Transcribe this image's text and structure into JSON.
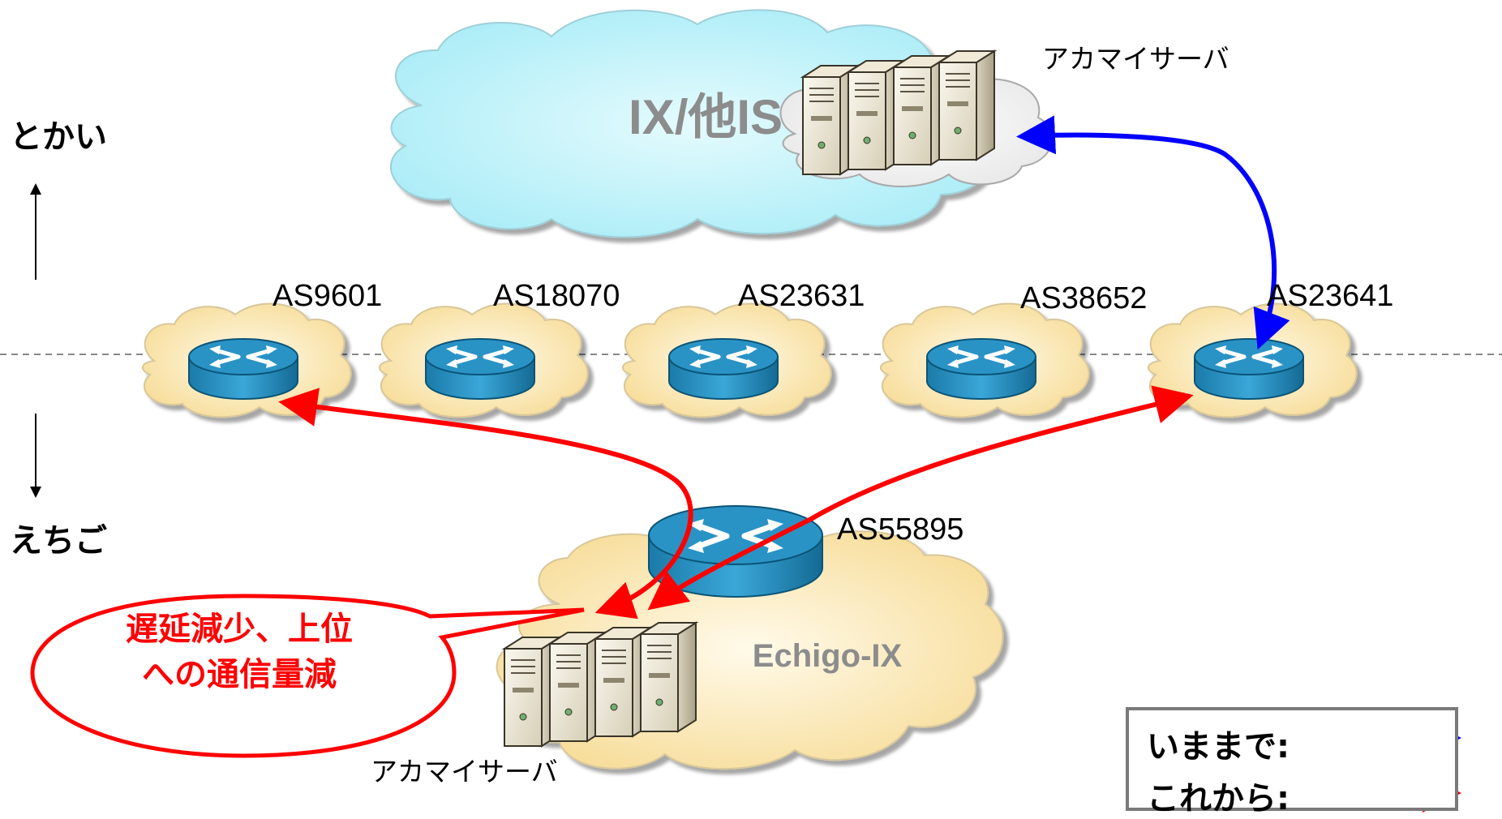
{
  "side_labels": {
    "top": "とかい",
    "bottom": "えちご"
  },
  "upper_cloud": {
    "label": "IX/他IS",
    "server_label": "アカマイサーバ"
  },
  "as_nodes": [
    {
      "label": "AS9601"
    },
    {
      "label": "AS18070"
    },
    {
      "label": "AS23631"
    },
    {
      "label": "AS38652"
    },
    {
      "label": "AS23641"
    }
  ],
  "echigo": {
    "as_label": "AS55895",
    "cloud_label": "Echigo-IX",
    "server_label": "アカマイサーバ"
  },
  "callout": {
    "line1": "遅延減少、上位",
    "line2": "への通信量減"
  },
  "legend": {
    "before_label": "いままで:",
    "after_label": "これから:",
    "before_color": "#0000ff",
    "after_color": "#ff0000"
  }
}
